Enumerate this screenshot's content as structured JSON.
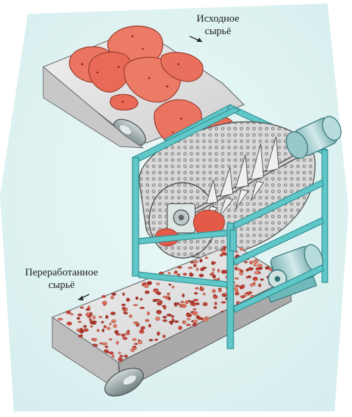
{
  "labels": {
    "input_line1": "Исходное",
    "input_line2": "сырьё",
    "output_line1": "Переработанное",
    "output_line2": "сырьё"
  },
  "colors": {
    "background_tint": "#dff3f3",
    "frame": "#5fc7c8",
    "frame_dark": "#2f8f93",
    "belt": "#eaeaea",
    "belt_shadow": "#8f8f8f",
    "raw_material": "#e96a57",
    "raw_material_dark": "#b8402f",
    "processed_material": "#c9453a",
    "mesh": "#b8b8b8",
    "motor": "#a6cfd0"
  },
  "icons": {
    "input_direction": "arrow-down-right-icon",
    "output_direction": "arrow-down-left-icon"
  }
}
